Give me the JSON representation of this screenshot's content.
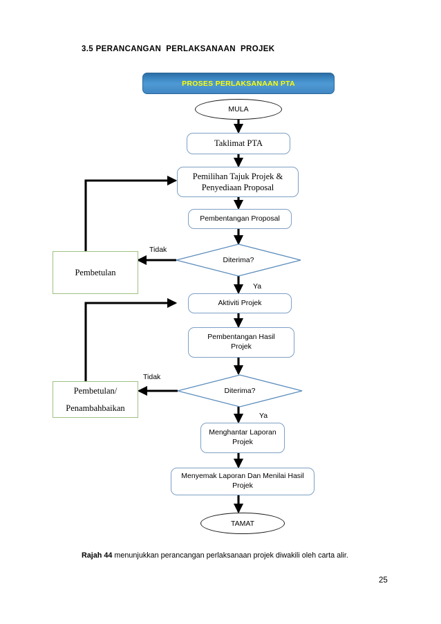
{
  "document": {
    "section_heading": "3.5 PERANCANGAN  PERLAKSANAAN  PROJEK",
    "page_number": "25",
    "caption_strong": "Rajah 44",
    "caption_rest": " menunjukkan  perancangan  perlaksanaan  projek  diwakili  oleh  carta alir."
  },
  "colors": {
    "banner_top": "#2c6ca4",
    "banner_mid": "#4e9ad5",
    "banner_text": "#ffff00",
    "box_border_blue": "#7c9fc4",
    "box_border_green": "#9ec081",
    "oval_border": "#1a1a1a",
    "connector": "#000000",
    "page_background": "#ffffff"
  },
  "chart_data": {
    "type": "diagram",
    "title": "PROSES PERLAKSANAAN PTA",
    "nodes": [
      {
        "id": "banner",
        "shape": "banner",
        "label": "PROSES PERLAKSANAAN PTA"
      },
      {
        "id": "mula",
        "shape": "oval",
        "label": "MULA"
      },
      {
        "id": "taklimat",
        "shape": "process",
        "label": "Taklimat  PTA"
      },
      {
        "id": "pemilihan",
        "shape": "process",
        "label": "Pemilihan  Tajuk  Projek &\nPenyediaan  Proposal"
      },
      {
        "id": "pembentangan",
        "shape": "process",
        "label": "Pembentangan Proposal"
      },
      {
        "id": "diterima1",
        "shape": "decision",
        "label": "Diterima?"
      },
      {
        "id": "pembetulan1",
        "shape": "correct",
        "label": "Pembetulan"
      },
      {
        "id": "aktiviti",
        "shape": "process",
        "label": "Aktiviti Projek"
      },
      {
        "id": "hasil",
        "shape": "process",
        "label": "Pembentangan Hasil\nProjek"
      },
      {
        "id": "diterima2",
        "shape": "decision",
        "label": "Diterima?"
      },
      {
        "id": "pembetulan2",
        "shape": "correct",
        "label": "Pembetulan/\nPenambahbaikan"
      },
      {
        "id": "menghantar",
        "shape": "process",
        "label": "Menghantar Laporan\nProjek"
      },
      {
        "id": "menyemak",
        "shape": "process",
        "label": "Menyemak Laporan Dan Menilai Hasil\nProjek"
      },
      {
        "id": "tamat",
        "shape": "oval",
        "label": "TAMAT"
      }
    ],
    "edge_labels": {
      "tidak_1": "Tidak",
      "ya_1": "Ya",
      "tidak_2": "Tidak",
      "ya_2": "Ya"
    },
    "edges": [
      {
        "from": "mula",
        "to": "taklimat",
        "label": ""
      },
      {
        "from": "taklimat",
        "to": "pemilihan",
        "label": ""
      },
      {
        "from": "pemilihan",
        "to": "pembentangan",
        "label": ""
      },
      {
        "from": "pembentangan",
        "to": "diterima1",
        "label": ""
      },
      {
        "from": "diterima1",
        "to": "pembetulan1",
        "label": "Tidak"
      },
      {
        "from": "pembetulan1",
        "to": "pemilihan",
        "label": ""
      },
      {
        "from": "diterima1",
        "to": "aktiviti",
        "label": "Ya"
      },
      {
        "from": "aktiviti",
        "to": "hasil",
        "label": ""
      },
      {
        "from": "hasil",
        "to": "diterima2",
        "label": ""
      },
      {
        "from": "diterima2",
        "to": "pembetulan2",
        "label": "Tidak"
      },
      {
        "from": "pembetulan2",
        "to": "aktiviti",
        "label": ""
      },
      {
        "from": "diterima2",
        "to": "menghantar",
        "label": "Ya"
      },
      {
        "from": "menghantar",
        "to": "menyemak",
        "label": ""
      },
      {
        "from": "menyemak",
        "to": "tamat",
        "label": ""
      }
    ]
  }
}
